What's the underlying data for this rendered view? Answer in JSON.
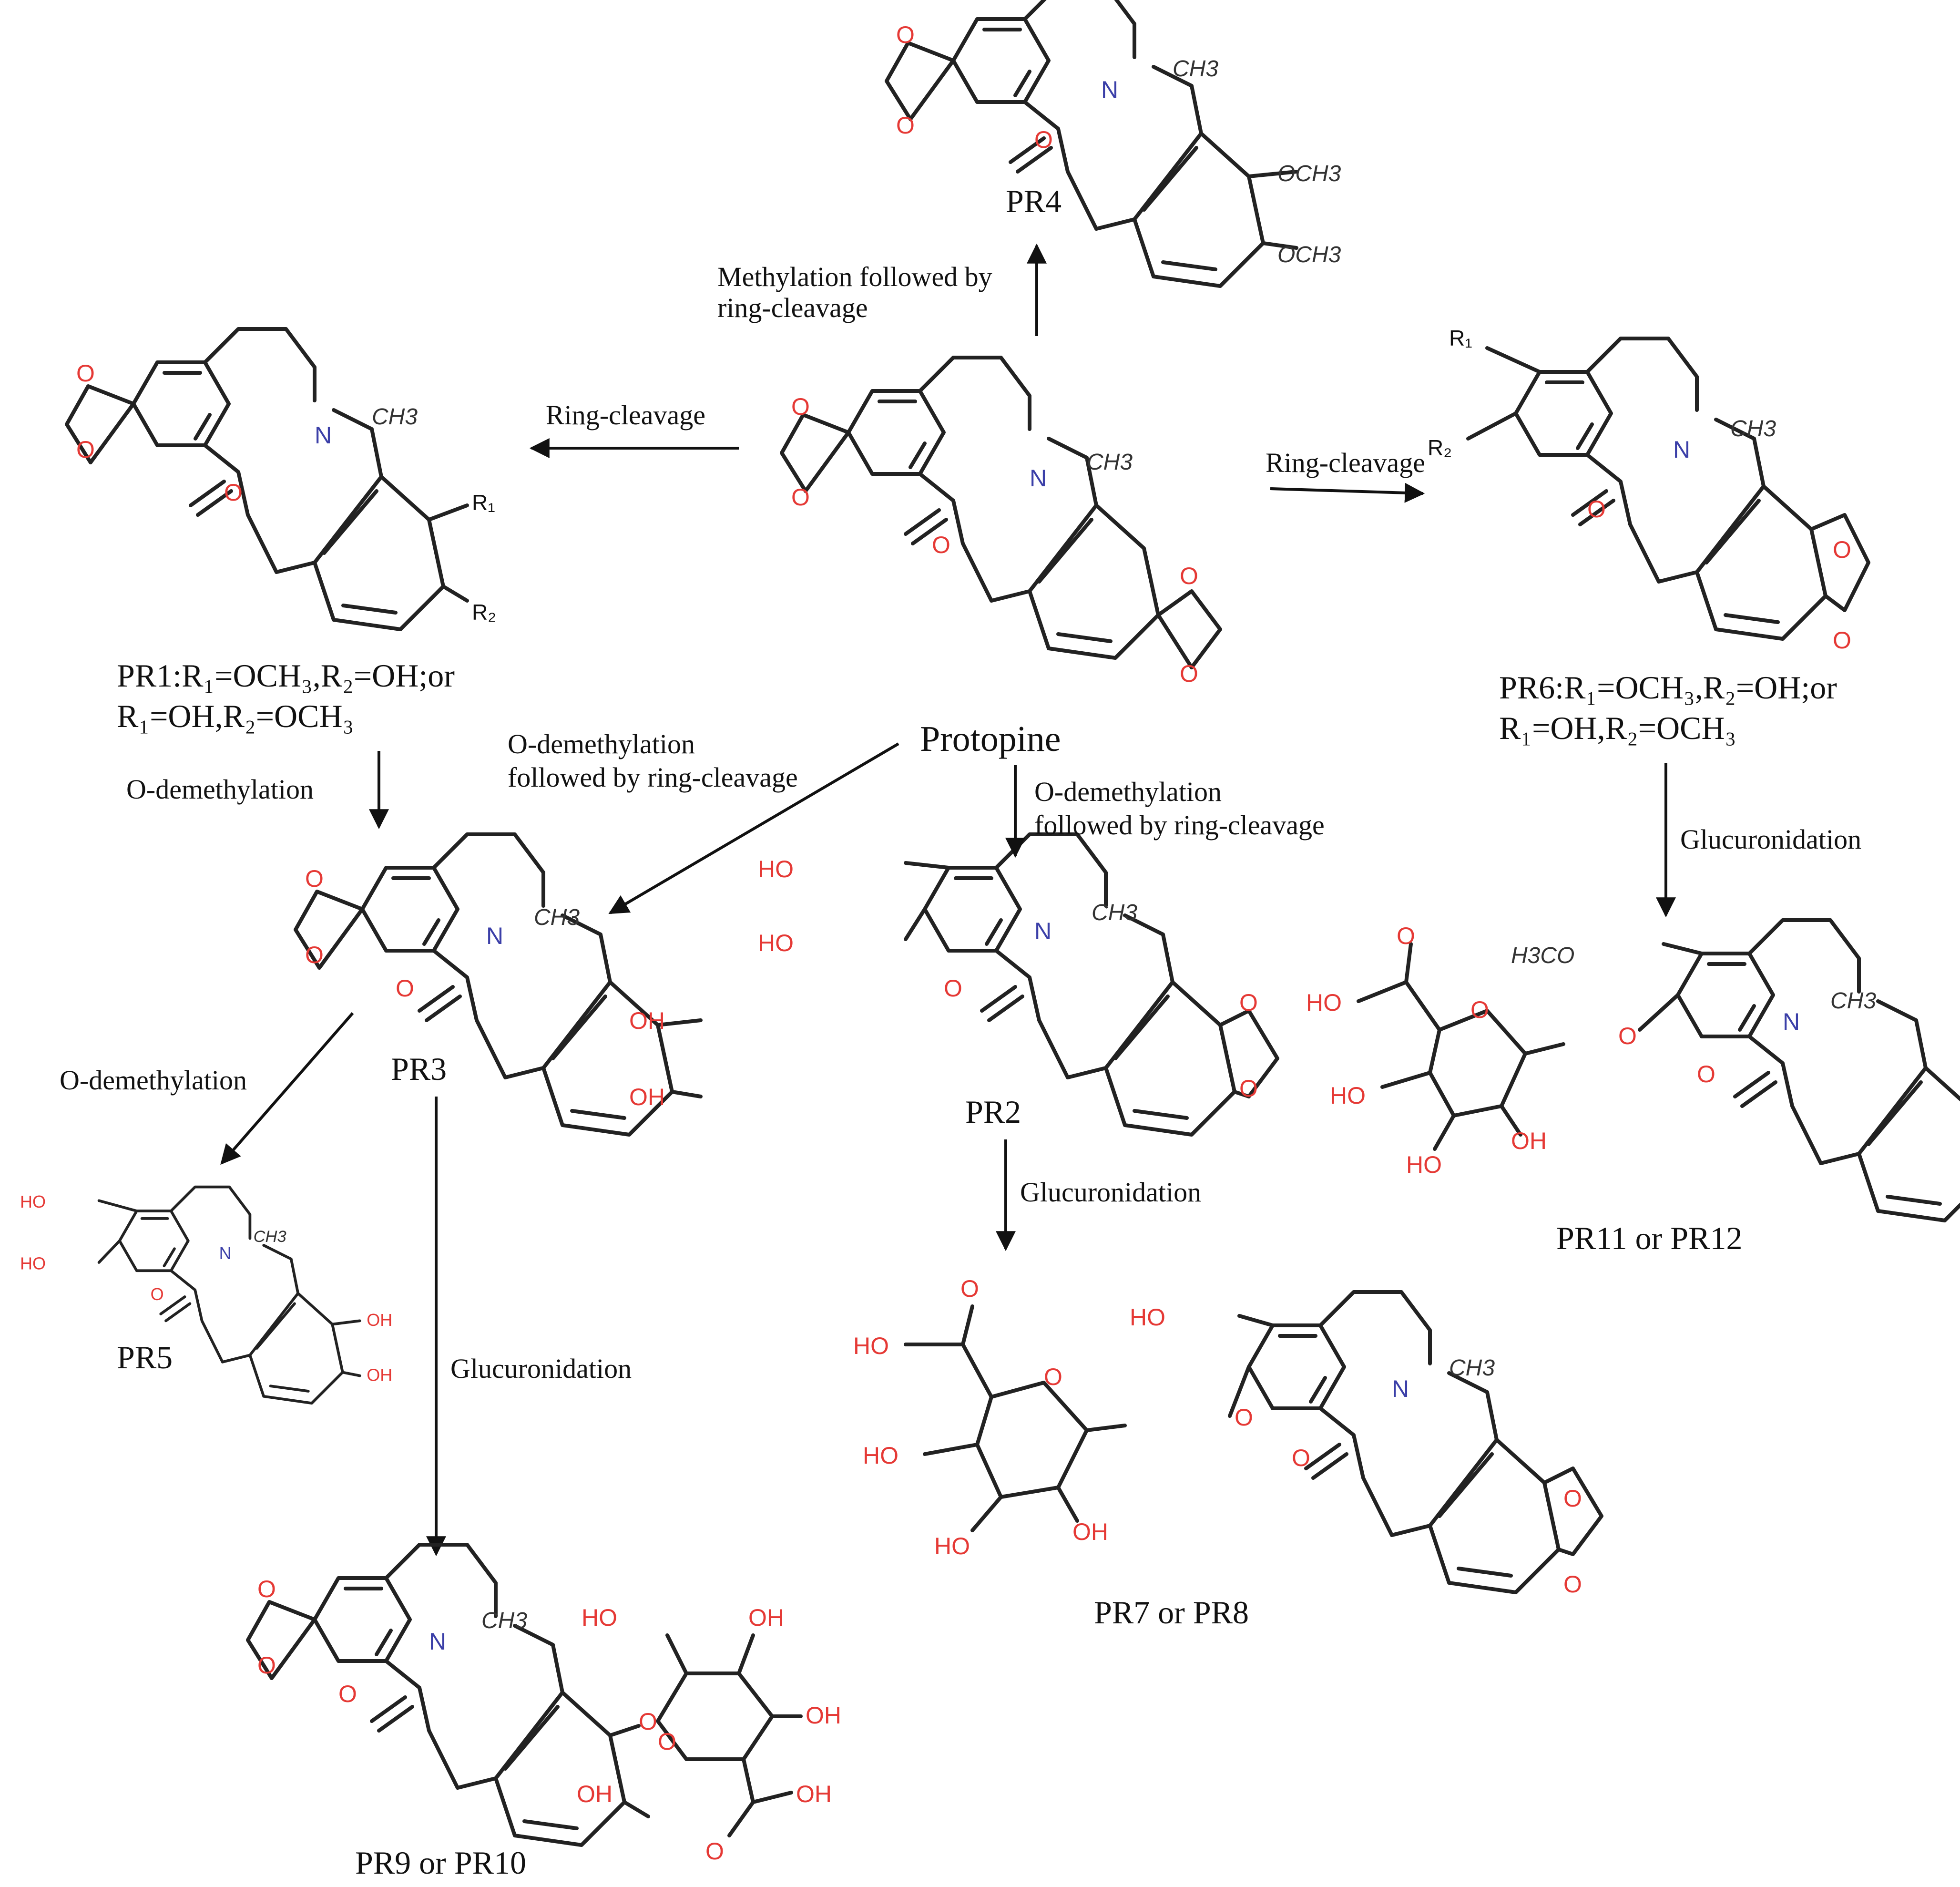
{
  "labels": {
    "protopine": "Protopine",
    "pr1": "PR1:R₁=OCH₃,R₂=OH;or",
    "pr1_alt": "R₁=OH,R₂=OCH₃",
    "pr2": "PR2",
    "pr3": "PR3",
    "pr4": "PR4",
    "pr5": "PR5",
    "pr6": "PR6:R₁=OCH₃,R₂=OH;or",
    "pr6_alt": "R₁=OH,R₂=OCH₃",
    "pr7_8": "PR7 or PR8",
    "pr9_10": "PR9 or PR10",
    "pr11_12": "PR11 or PR12"
  },
  "reactions": {
    "methylation_1": "Methylation followed by",
    "methylation_2": "ring-cleavage",
    "ring_cleavage_left": "Ring-cleavage",
    "ring_cleavage_right": "Ring-cleavage",
    "odm_ring_1": "O-demethylation",
    "odm_ring_2": "followed by ring-cleavage",
    "odm_ring_center_1": "O-demethylation",
    "odm_ring_center_2": "followed by ring-cleavage",
    "odm_pr1": "O-demethylation",
    "odm_pr3": "O-demethylation",
    "gluc_pr3": "Glucuronidation",
    "gluc_pr2": "Glucuronidation",
    "gluc_pr6": "Glucuronidation"
  },
  "atoms": {
    "O": "O",
    "N": "N",
    "CH3": "CH3",
    "OCH3": "OCH3",
    "OH": "OH",
    "HO": "HO",
    "H3CO": "H3CO",
    "R1": "R₁",
    "R2": "R₂"
  }
}
